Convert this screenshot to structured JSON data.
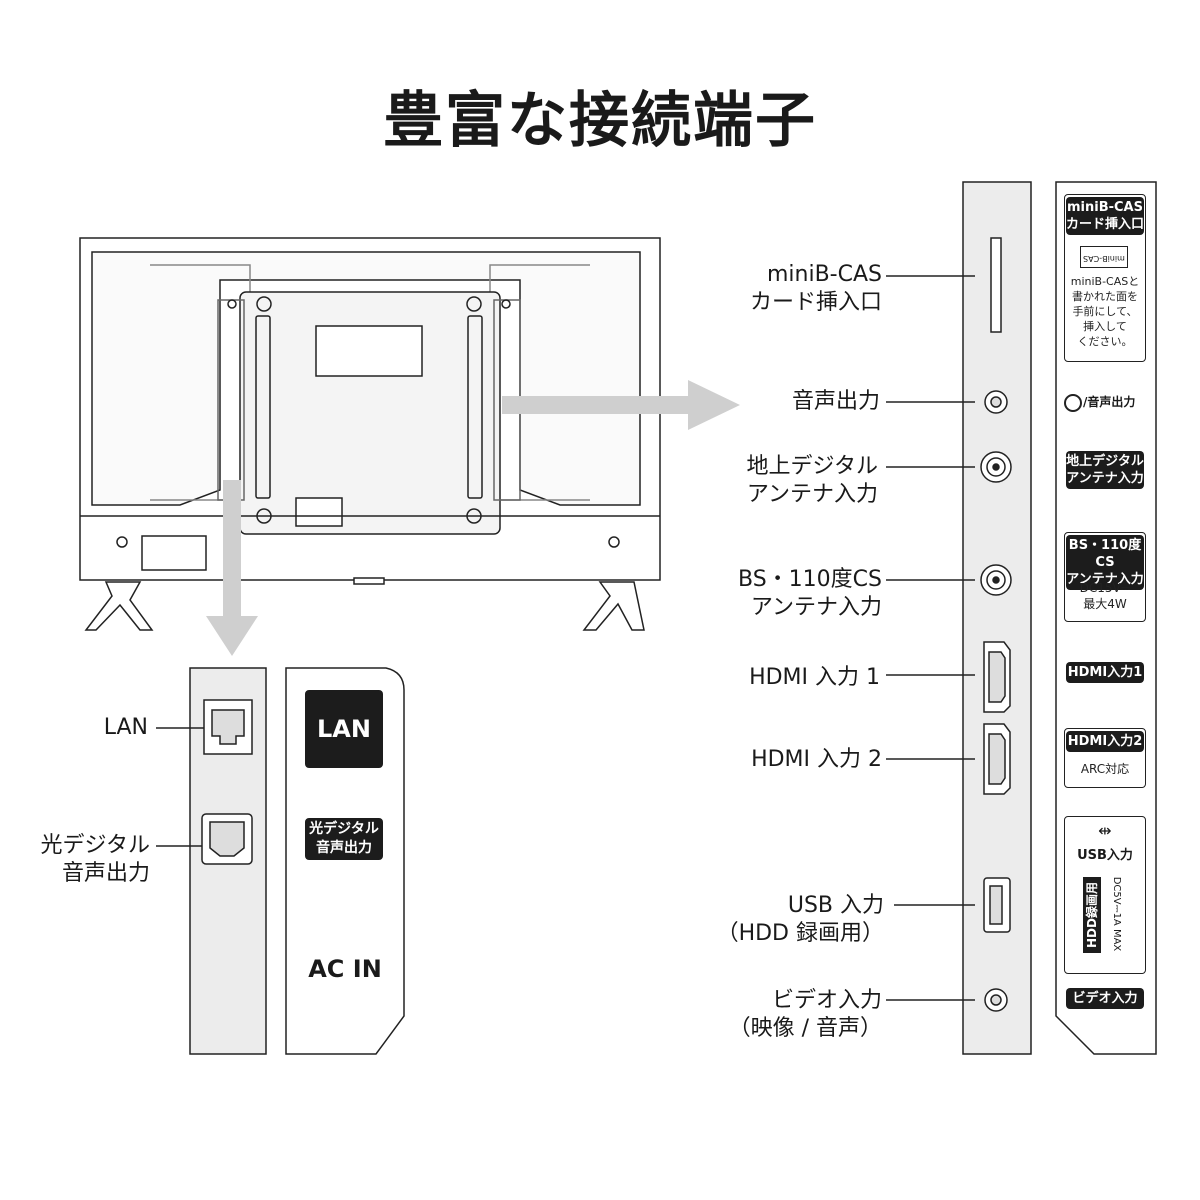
{
  "title": "豊富な接続端子",
  "labels": {
    "minib_cas": [
      "miniB-CAS",
      "カード挿入口"
    ],
    "audio_out": "音声出力",
    "terrestrial": [
      "地上デジタル",
      "アンテナ入力"
    ],
    "bs_cs": [
      "BS・110度CS",
      "アンテナ入力"
    ],
    "hdmi1": "HDMI 入力 1",
    "hdmi2": "HDMI 入力 2",
    "usb": [
      "USB 入力",
      "（HDD 録画用）"
    ],
    "video": [
      "ビデオ入力",
      "（映像 / 音声）"
    ],
    "lan": "LAN",
    "optical": [
      "光デジタル",
      "音声出力"
    ]
  },
  "side_panel": {
    "cas_badge": [
      "miniB-CAS",
      "カード挿入口"
    ],
    "cas_card_text": "miniB-CAS",
    "cas_note": [
      "miniB-CASと",
      "書かれた面を",
      "手前にして、",
      "挿入して",
      "ください。"
    ],
    "audio_badge": "/音声出力",
    "terrestrial_badge": [
      "地上デジタル",
      "アンテナ入力"
    ],
    "bs_badge": [
      "BS・110度CS",
      "アンテナ入力"
    ],
    "bs_note": [
      "DC15V⎓",
      "最大4W"
    ],
    "hdmi1_badge": "HDMI入力1",
    "hdmi2_badge": "HDMI入力2",
    "hdmi2_note": "ARC対応",
    "usb_badge": "USB入力",
    "usb_sub_badge": "HDD録画用",
    "usb_note": "DC5V⎓1A MAX",
    "video_badge": "ビデオ入力"
  },
  "bottom_panel": {
    "lan_badge": "LAN",
    "optical_badge": [
      "光デジタル",
      "音声出力"
    ],
    "ac_in": "AC IN"
  },
  "icons": [
    "headphone-icon",
    "usb-icon",
    "arrow-right-icon",
    "arrow-down-icon"
  ]
}
